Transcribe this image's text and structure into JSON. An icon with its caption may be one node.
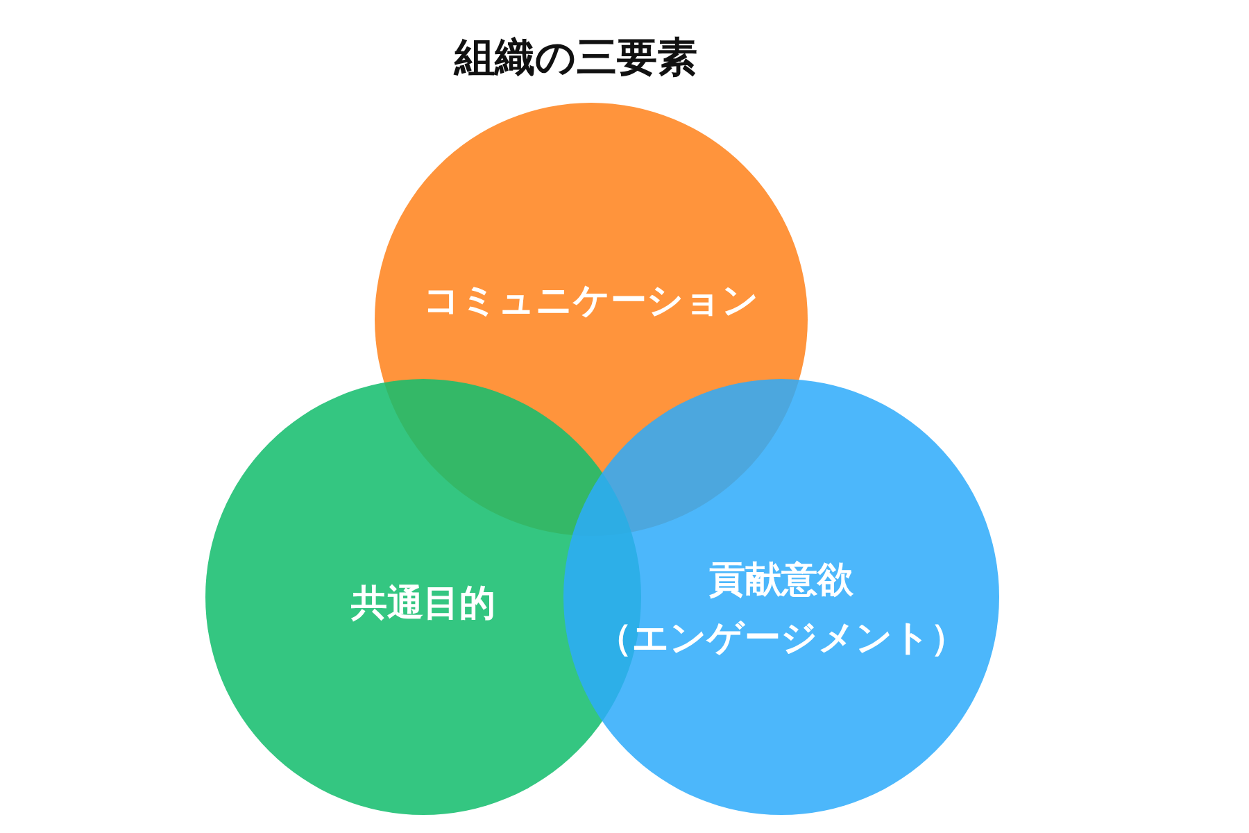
{
  "diagram": {
    "title": "組織の三要素",
    "nodes": [
      {
        "text": [
          "コミュニケーション"
        ]
      },
      {
        "text": [
          "共通目的"
        ]
      },
      {
        "text": [
          "貢献意欲",
          "（エンゲージメント）"
        ]
      }
    ]
  }
}
